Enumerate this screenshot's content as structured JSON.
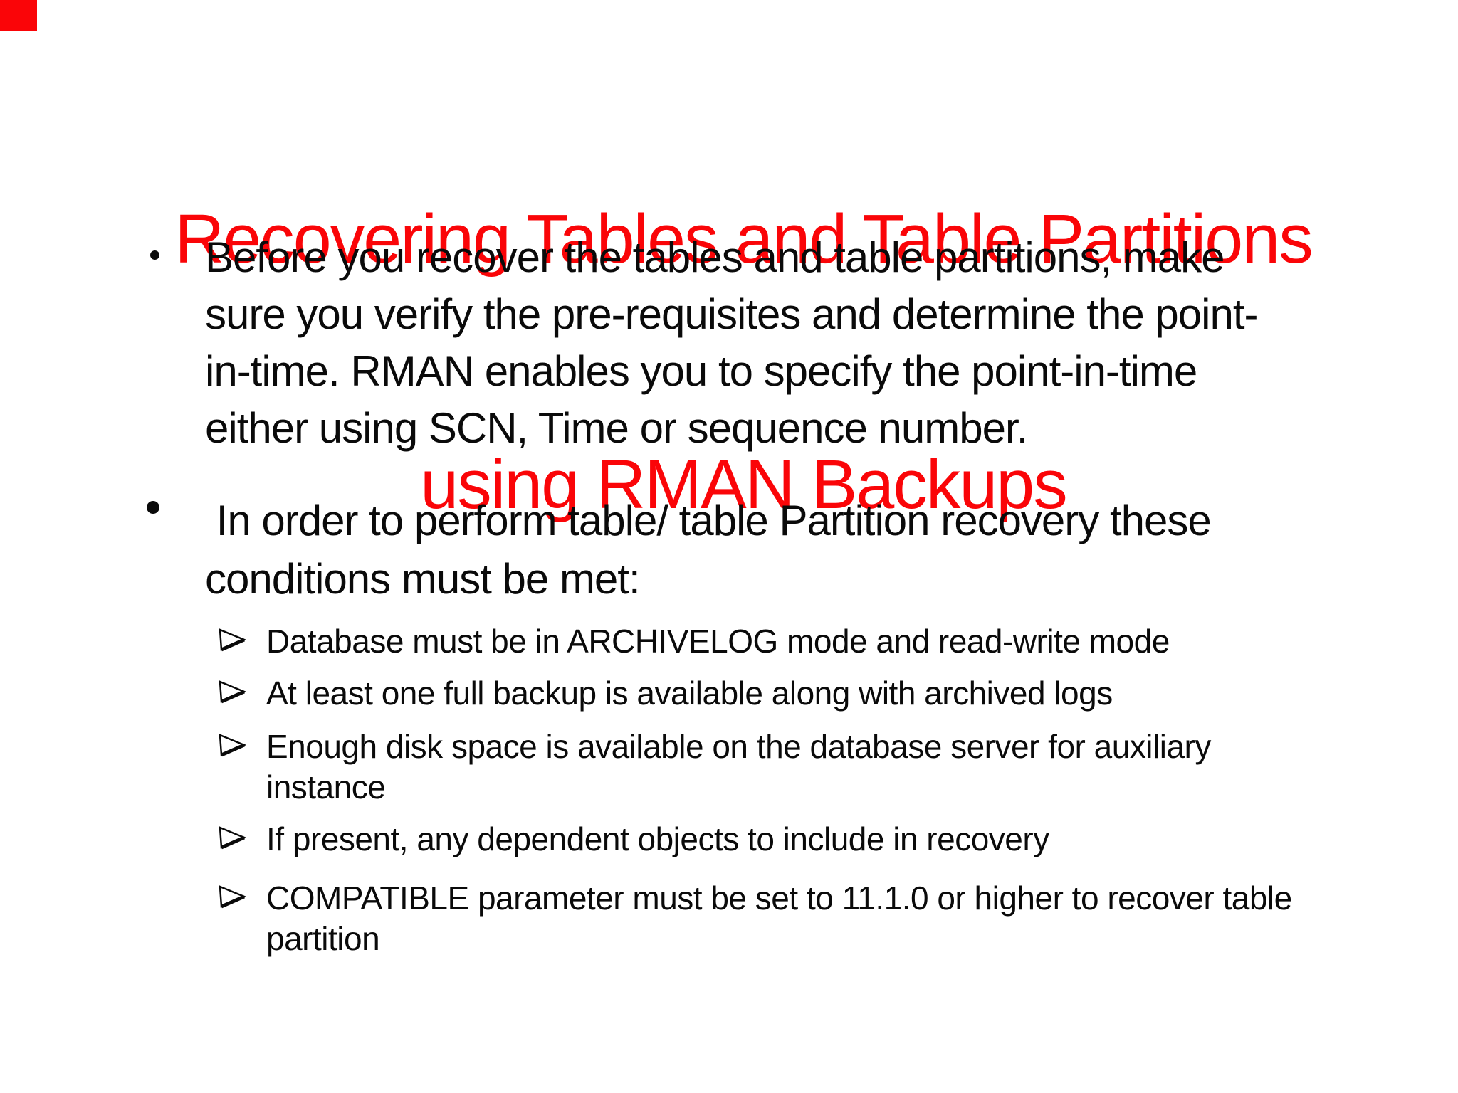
{
  "slide": {
    "background_color": "#ffffff",
    "accent_red": "#fa0508",
    "text_color": "#0a0a0a",
    "corner_block_color": "#fa0508",
    "title": {
      "line1": "Recovering Tables and Table Partitions",
      "line2": "using RMAN Backups"
    },
    "bullet_marker": "•",
    "sub_marker": "➢",
    "bullets": [
      {
        "lines": [
          "Before you recover the tables and table partitions, make",
          "sure you verify the pre-requisites and determine the point-",
          "in-time. RMAN enables you to specify the point-in-time",
          "either using SCN, Time or sequence number."
        ]
      },
      {
        "lines": [
          " In order to perform table/ table Partition recovery these",
          "conditions must be met:"
        ]
      }
    ],
    "sub_bullets": [
      {
        "lines": [
          "Database must be in ARCHIVELOG mode and read-write mode"
        ]
      },
      {
        "lines": [
          "At least one full backup is available along with archived logs"
        ]
      },
      {
        "lines": [
          "Enough disk space is available on the database server for auxiliary",
          "instance"
        ]
      },
      {
        "lines": [
          "If present, any dependent objects to include in recovery"
        ]
      },
      {
        "lines": [
          "COMPATIBLE parameter must be set to 11.1.0 or higher to recover table",
          "partition"
        ]
      }
    ]
  }
}
